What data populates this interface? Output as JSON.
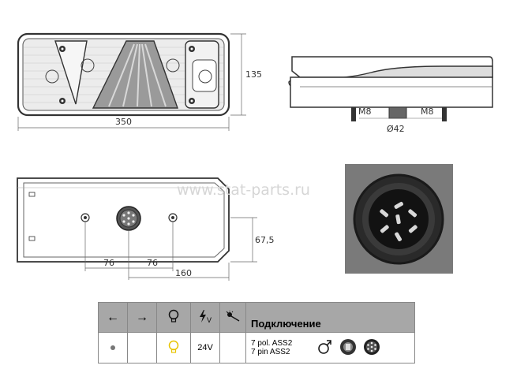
{
  "dimensions": {
    "width": "350",
    "height": "135",
    "bolt_left": "M8",
    "bolt_right": "M8",
    "connector_diameter": "Ø42",
    "bolt_spacing_left": "76",
    "bolt_spacing_right": "76",
    "mount_span": "160",
    "mount_height": "67,5"
  },
  "watermark": "www.stat-parts.ru",
  "spec_table": {
    "header": {
      "icons": [
        "arrow-left-icon",
        "arrow-right-icon",
        "bulb-icon",
        "voltage-icon",
        "emitting-icon"
      ],
      "voltage_sub": "V",
      "connection_title": "Подключение"
    },
    "row": {
      "voltage": "24V",
      "connection_line1": "7 pol. ASS2",
      "connection_line2": "7 pin ASS2"
    }
  },
  "colors": {
    "header_bg": "#a7a7a7",
    "bulb_yellow": "#e8c400",
    "photo_bg": "#7a7a7a"
  }
}
